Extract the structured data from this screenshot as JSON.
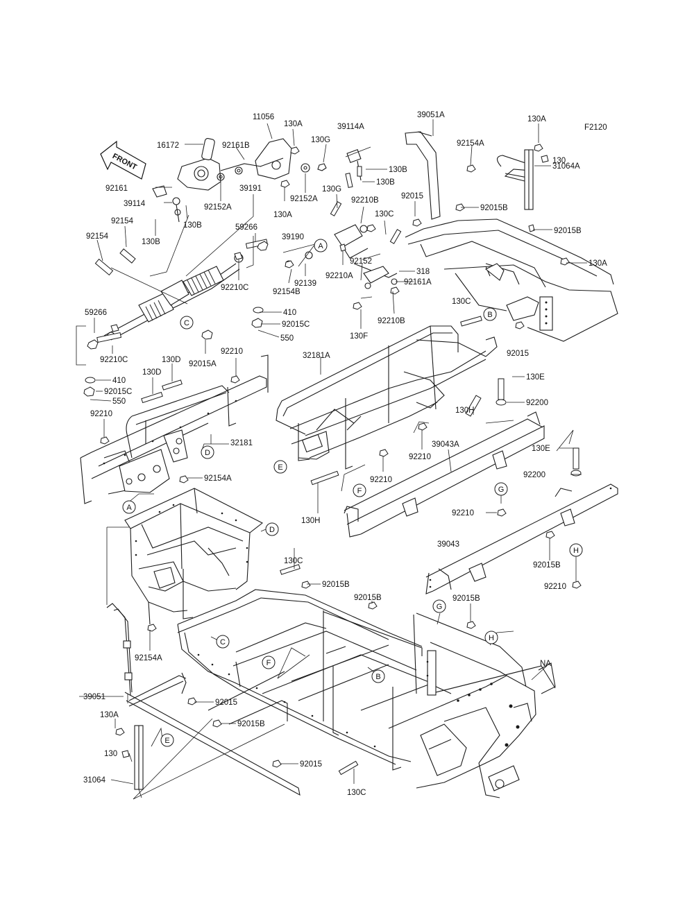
{
  "figure_code": "F2120",
  "front_marker": "FRONT",
  "labels": [
    {
      "id": "l1",
      "text": "11056"
    },
    {
      "id": "l2",
      "text": "130A"
    },
    {
      "id": "l3",
      "text": "39114A"
    },
    {
      "id": "l4",
      "text": "39051A"
    },
    {
      "id": "l5",
      "text": "130A"
    },
    {
      "id": "l6",
      "text": "16172"
    },
    {
      "id": "l7",
      "text": "92161B"
    },
    {
      "id": "l8",
      "text": "130G"
    },
    {
      "id": "l9",
      "text": "92154A"
    },
    {
      "id": "l10",
      "text": "31064A"
    },
    {
      "id": "l11",
      "text": "130B"
    },
    {
      "id": "l12",
      "text": "130"
    },
    {
      "id": "l13",
      "text": "130B"
    },
    {
      "id": "l14",
      "text": "92161"
    },
    {
      "id": "l15",
      "text": "39191"
    },
    {
      "id": "l16",
      "text": "92152A"
    },
    {
      "id": "l17",
      "text": "130G"
    },
    {
      "id": "l18",
      "text": "39114"
    },
    {
      "id": "l19",
      "text": "92152A"
    },
    {
      "id": "l20",
      "text": "130A"
    },
    {
      "id": "l21",
      "text": "130B"
    },
    {
      "id": "l22",
      "text": "92210B"
    },
    {
      "id": "l23",
      "text": "92015"
    },
    {
      "id": "l24",
      "text": "92015B"
    },
    {
      "id": "l25",
      "text": "92154"
    },
    {
      "id": "l26",
      "text": "130B"
    },
    {
      "id": "l27",
      "text": "130C"
    },
    {
      "id": "l28",
      "text": "92015B"
    },
    {
      "id": "l29",
      "text": "92154"
    },
    {
      "id": "l30",
      "text": "59266"
    },
    {
      "id": "l31",
      "text": "39190"
    },
    {
      "id": "l32",
      "text": "130A"
    },
    {
      "id": "l33",
      "text": "92152"
    },
    {
      "id": "l34",
      "text": "318"
    },
    {
      "id": "l35",
      "text": "92210C"
    },
    {
      "id": "l36",
      "text": "92139"
    },
    {
      "id": "l37",
      "text": "92210A"
    },
    {
      "id": "l38",
      "text": "92154B"
    },
    {
      "id": "l39",
      "text": "92161A"
    },
    {
      "id": "l40",
      "text": "410"
    },
    {
      "id": "l41",
      "text": "92015C"
    },
    {
      "id": "l42",
      "text": "92210B"
    },
    {
      "id": "l43",
      "text": "130C"
    },
    {
      "id": "l44",
      "text": "59266"
    },
    {
      "id": "l45",
      "text": "550"
    },
    {
      "id": "l46",
      "text": "130F"
    },
    {
      "id": "l47",
      "text": "92015"
    },
    {
      "id": "l48",
      "text": "92210C"
    },
    {
      "id": "l49",
      "text": "92015A"
    },
    {
      "id": "l50",
      "text": "92210"
    },
    {
      "id": "l51",
      "text": "32181A"
    },
    {
      "id": "l52",
      "text": "130D"
    },
    {
      "id": "l53",
      "text": "130E"
    },
    {
      "id": "l54",
      "text": "410"
    },
    {
      "id": "l55",
      "text": "130D"
    },
    {
      "id": "l56",
      "text": "92200"
    },
    {
      "id": "l57",
      "text": "92015C"
    },
    {
      "id": "l58",
      "text": "550"
    },
    {
      "id": "l59",
      "text": "130H"
    },
    {
      "id": "l60",
      "text": "92210"
    },
    {
      "id": "l61",
      "text": "39043A"
    },
    {
      "id": "l62",
      "text": "32181"
    },
    {
      "id": "l63",
      "text": "92210"
    },
    {
      "id": "l64",
      "text": "130E"
    },
    {
      "id": "l65",
      "text": "92210"
    },
    {
      "id": "l66",
      "text": "92200"
    },
    {
      "id": "l67",
      "text": "92154A"
    },
    {
      "id": "l68",
      "text": "130H"
    },
    {
      "id": "l69",
      "text": "92210"
    },
    {
      "id": "l70",
      "text": "39043"
    },
    {
      "id": "l71",
      "text": "130C"
    },
    {
      "id": "l72",
      "text": "92015B"
    },
    {
      "id": "l73",
      "text": "92015B"
    },
    {
      "id": "l74",
      "text": "92210"
    },
    {
      "id": "l75",
      "text": "92015B"
    },
    {
      "id": "l76",
      "text": "92015B"
    },
    {
      "id": "l77",
      "text": "92154A"
    },
    {
      "id": "l78",
      "text": "NA"
    },
    {
      "id": "l79",
      "text": "39051"
    },
    {
      "id": "l80",
      "text": "92015"
    },
    {
      "id": "l81",
      "text": "130A"
    },
    {
      "id": "l82",
      "text": "92015B"
    },
    {
      "id": "l83",
      "text": "130"
    },
    {
      "id": "l84",
      "text": "92015"
    },
    {
      "id": "l85",
      "text": "31064"
    },
    {
      "id": "l86",
      "text": "130C"
    }
  ],
  "reference_markers": [
    {
      "id": "r1",
      "letter": "A"
    },
    {
      "id": "r2",
      "letter": "B"
    },
    {
      "id": "r3",
      "letter": "C"
    },
    {
      "id": "r4",
      "letter": "D"
    },
    {
      "id": "r5",
      "letter": "E"
    },
    {
      "id": "r6",
      "letter": "F"
    },
    {
      "id": "r7",
      "letter": "G"
    },
    {
      "id": "r8",
      "letter": "A"
    },
    {
      "id": "r9",
      "letter": "D"
    },
    {
      "id": "r10",
      "letter": "H"
    },
    {
      "id": "r11",
      "letter": "C"
    },
    {
      "id": "r12",
      "letter": "G"
    },
    {
      "id": "r13",
      "letter": "H"
    },
    {
      "id": "r14",
      "letter": "F"
    },
    {
      "id": "r15",
      "letter": "B"
    },
    {
      "id": "r16",
      "letter": "E"
    }
  ]
}
